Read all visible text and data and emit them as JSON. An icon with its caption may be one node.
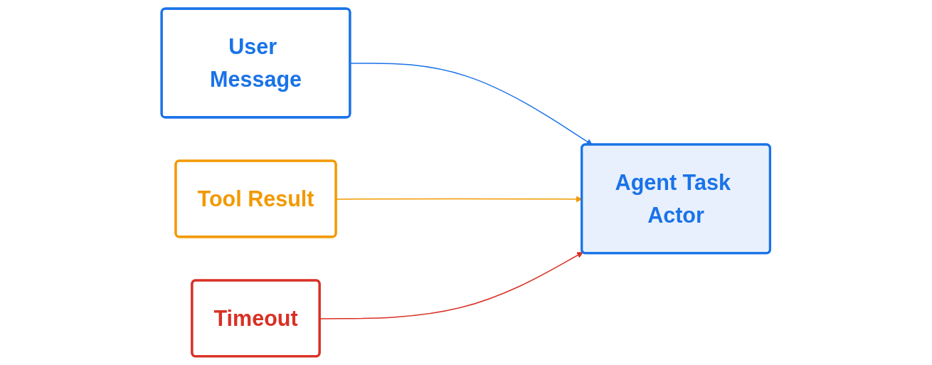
{
  "diagram": {
    "nodes": [
      {
        "text": [
          "User Message"
        ]
      },
      {
        "text": [
          "Tool Result"
        ]
      },
      {
        "text": [
          "Timeout"
        ]
      },
      {
        "text": [
          "Agent Task Actor"
        ]
      }
    ],
    "edges": [
      {
        "from": 0,
        "to": 3,
        "arrow": "to",
        "color": "#1a73e8"
      },
      {
        "from": 1,
        "to": 3,
        "arrow": "to",
        "color": "#f29900"
      },
      {
        "from": 2,
        "to": 3,
        "arrow": "to",
        "color": "#d93025"
      }
    ]
  }
}
